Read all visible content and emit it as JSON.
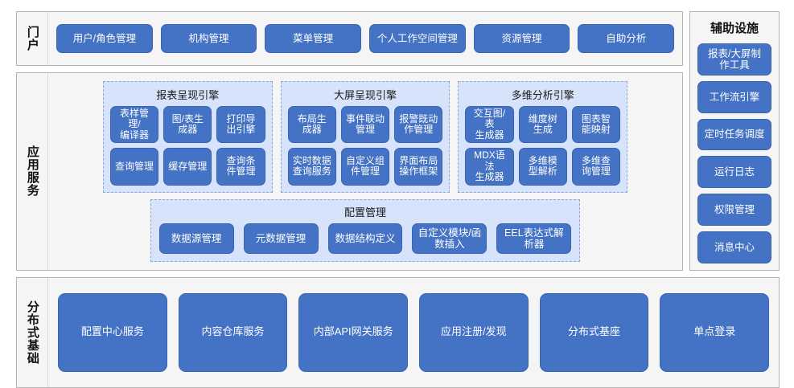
{
  "portal": {
    "label": "门户",
    "items": [
      {
        "label": "用户/角色管理"
      },
      {
        "label": "机构管理"
      },
      {
        "label": "菜单管理"
      },
      {
        "label": "个人工作空间管理"
      },
      {
        "label": "资源管理"
      },
      {
        "label": "自助分析"
      }
    ]
  },
  "app_services": {
    "label": "应用服务",
    "engines": [
      {
        "title": "报表呈现引擎",
        "items": [
          {
            "label": "表样管理/\n编译器"
          },
          {
            "label": "图/表生\n成器"
          },
          {
            "label": "打印导\n出引擎"
          },
          {
            "label": "查询管理"
          },
          {
            "label": "缓存管理"
          },
          {
            "label": "查询条\n件管理"
          }
        ]
      },
      {
        "title": "大屏呈现引擎",
        "items": [
          {
            "label": "布局生\n成器"
          },
          {
            "label": "事件联动\n管理"
          },
          {
            "label": "报警既动\n作管理"
          },
          {
            "label": "实时数据\n查询服务"
          },
          {
            "label": "自定义组\n件管理"
          },
          {
            "label": "界面布局\n操作框架"
          }
        ]
      },
      {
        "title": "多维分析引擎",
        "items": [
          {
            "label": "交互图/表\n生成器"
          },
          {
            "label": "维度树\n生成"
          },
          {
            "label": "图表智\n能映射"
          },
          {
            "label": "MDX语法\n生成器"
          },
          {
            "label": "多维模\n型解析"
          },
          {
            "label": "多维查\n询管理"
          }
        ]
      }
    ],
    "config": {
      "title": "配置管理",
      "items": [
        {
          "label": "数据源管理"
        },
        {
          "label": "元数据管理"
        },
        {
          "label": "数据结构定义"
        },
        {
          "label": "自定义模块/函数插入"
        },
        {
          "label": "EEL表达式解析器"
        }
      ]
    }
  },
  "aux": {
    "title": "辅助设施",
    "items": [
      {
        "label": "报表/大屏制\n作工具"
      },
      {
        "label": "工作流引擎"
      },
      {
        "label": "定时任务调度"
      },
      {
        "label": "运行日志"
      },
      {
        "label": "权限管理"
      },
      {
        "label": "消息中心"
      }
    ]
  },
  "base": {
    "label": "分布式基础",
    "items": [
      {
        "label": "配置中心服务"
      },
      {
        "label": "内容仓库服务"
      },
      {
        "label": "内部API网关服务"
      },
      {
        "label": "应用注册/发现"
      },
      {
        "label": "分布式基座"
      },
      {
        "label": "单点登录"
      }
    ]
  },
  "colors": {
    "button_blue": "#4472c4",
    "group_light_blue": "#d7e3fa",
    "panel_gray": "#f5f5f5",
    "border_gray": "#b4b4b4",
    "dashed_border": "#8fa8d8"
  }
}
